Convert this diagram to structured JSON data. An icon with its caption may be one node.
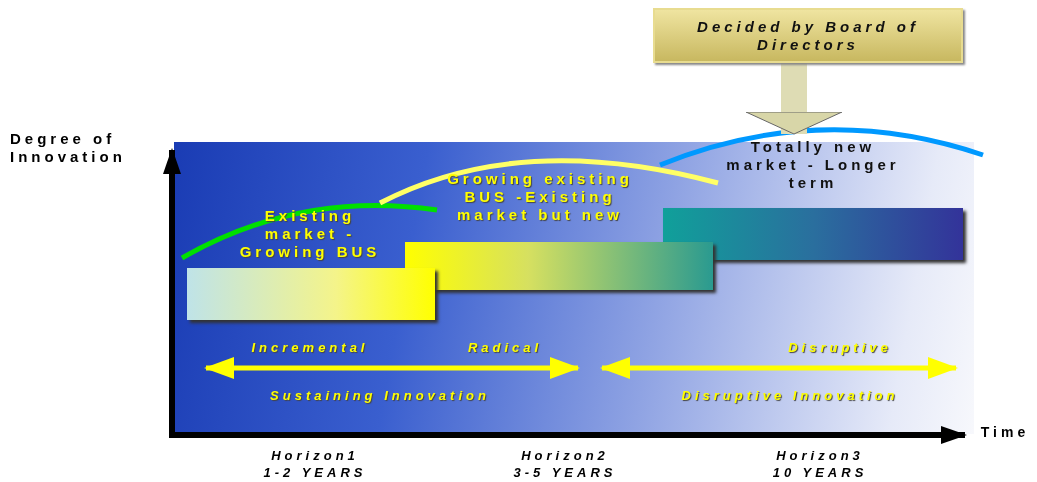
{
  "diagram": {
    "nodes": [
      {
        "text": [
          "Decided by Board of Directors"
        ]
      },
      {
        "text": [],
        "shape": "bar"
      },
      {
        "text": [],
        "shape": "bar"
      },
      {
        "text": [],
        "shape": "bar"
      },
      {
        "text": [
          "Totally new market - Longer term"
        ]
      }
    ],
    "edges": [
      {
        "from": 0,
        "to": 4,
        "arrow": "to"
      }
    ],
    "labels": [
      "Existing market -Growing BUS",
      "Growing existing BUS -Existing market but new",
      "Degree of Innovation",
      "Time",
      "Incremental",
      "Radical",
      "Disruptive",
      "Sustaining Innovation",
      "Disruptive Innovation",
      "Horizon1",
      "1-2 YEARS",
      "Horizon2",
      "3-5 YEARS",
      "Horizon3",
      "10 YEARS"
    ]
  }
}
